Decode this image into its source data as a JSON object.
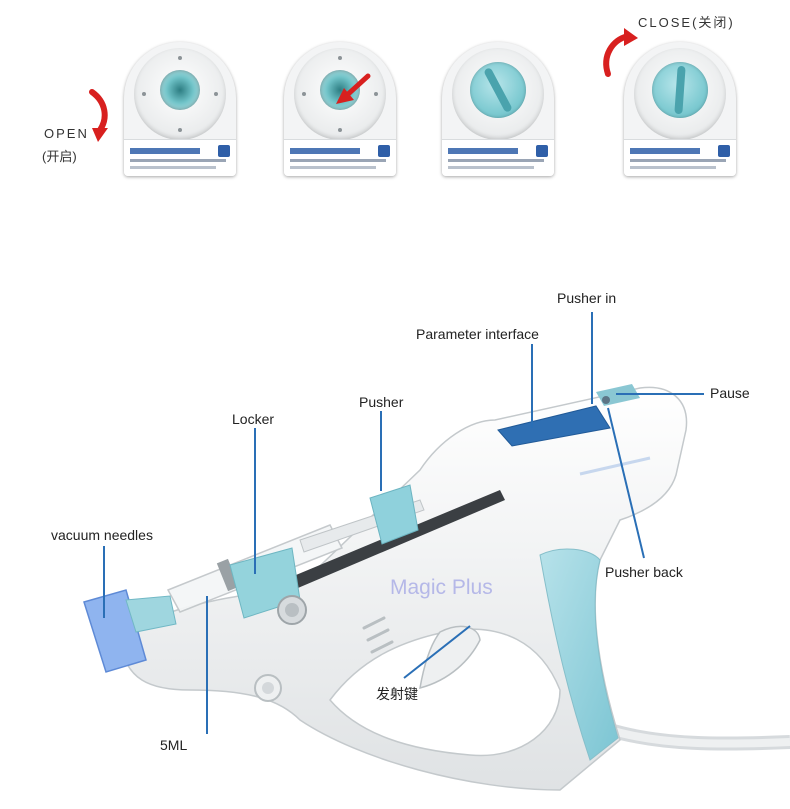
{
  "top_panel": {
    "open_label": "OPEN",
    "open_label_cn": "(开启)",
    "close_label": "CLOSE(关闭)",
    "states": [
      "open",
      "open-pointer",
      "closed",
      "closed"
    ]
  },
  "device": {
    "labels": {
      "pusher_in": "Pusher in",
      "parameter_interface": "Parameter interface",
      "pause": "Pause",
      "pusher": "Pusher",
      "locker": "Locker",
      "vacuum_needles": "vacuum needles",
      "pusher_back": "Pusher back",
      "five_ml": "5ML",
      "trigger_cn": "发射键"
    },
    "watermark": "Magic Plus",
    "colors": {
      "accent_blue": "#2a6fb6",
      "aqua": "#7fcbd2",
      "body_white": "#f4f5f6",
      "arrow_red": "#d8201f"
    }
  }
}
